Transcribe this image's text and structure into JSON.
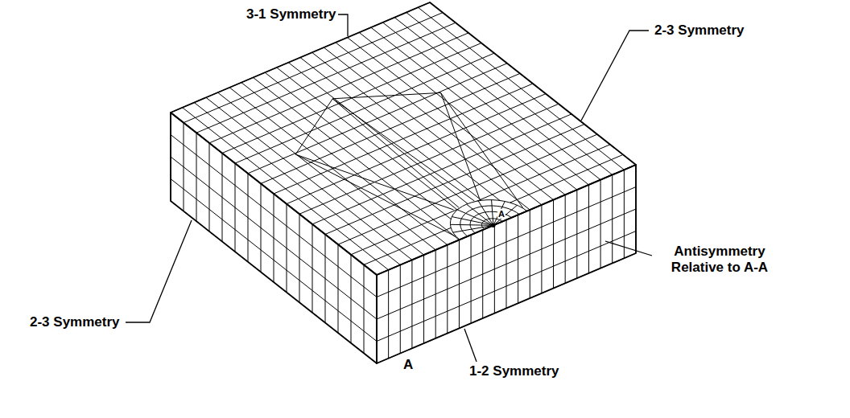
{
  "diagram": {
    "labels": [
      "3-1 Symmetry",
      "2-3 Symmetry",
      "2-3 Symmetry",
      "Antisymmetry Relative to A-A",
      "1-2 Symmetry",
      "A",
      "A"
    ]
  }
}
